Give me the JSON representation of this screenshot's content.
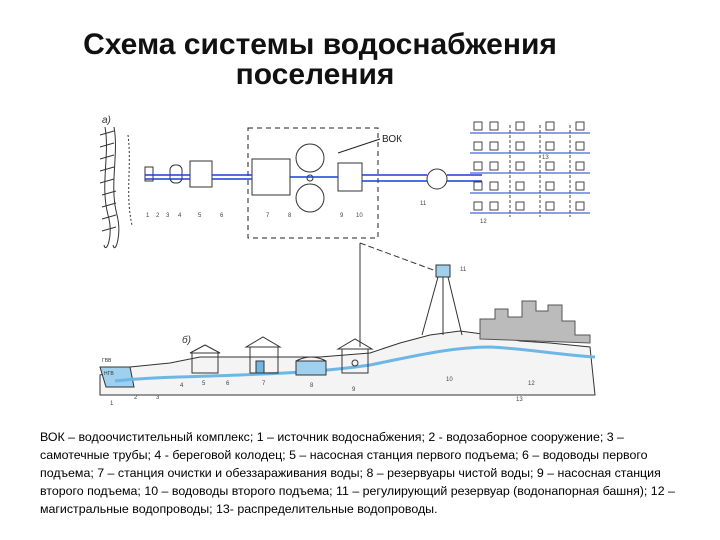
{
  "title": {
    "line1": "Схема системы водоснабжения",
    "line2": "поселения"
  },
  "diagram": {
    "plan_letter": "а)",
    "profile_letter": "б)",
    "vok_label": "ВОК",
    "upper_numbers": [
      "1",
      "2",
      "3",
      "4",
      "5",
      "6",
      "7",
      "8",
      "9",
      "10",
      "11",
      "12",
      "13"
    ],
    "lower_numbers": [
      "1",
      "2",
      "3",
      "4",
      "5",
      "6",
      "7",
      "8",
      "9",
      "10",
      "11",
      "12",
      "13"
    ],
    "water_level_label": "ГВВ",
    "low_level_label": "НГВ"
  },
  "caption": "ВОК – водоочистительный комплекс; 1 – источник водоснабжения; 2 - водозаборное сооружение; 3 – самотечные трубы;  4 -  береговой колодец; 5 – насосная станция первого подъема; 6 – водоводы первого подъема; 7 – станция очистки и обеззараживания воды; 8 – резервуары чистой воды; 9 – насосная станция второго подъема; 10 – водоводы второго подъема; 11 – регулирующий резервуар (водонапорная башня); 12 – магистральные водопроводы; 13- распределительные водопроводы.",
  "colors": {
    "pipe": "#1a3fd6",
    "line": "#333333",
    "water": "#9fd0ee"
  }
}
